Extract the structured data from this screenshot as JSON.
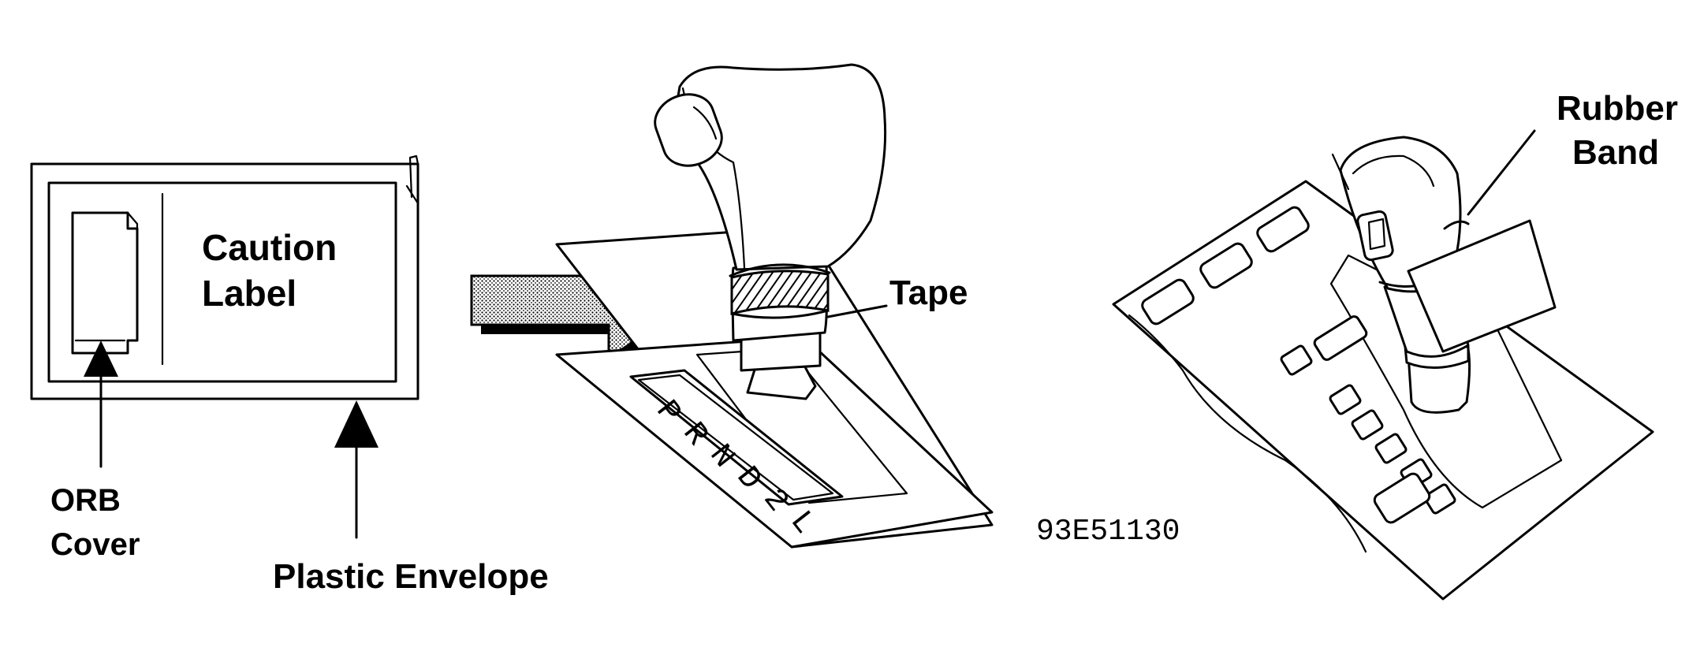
{
  "labels": {
    "caution_line1": "Caution",
    "caution_line2": "Label",
    "orb_line1": "ORB",
    "orb_line2": "Cover",
    "plastic_envelope": "Plastic Envelope",
    "tape": "Tape",
    "rubber_line1": "Rubber",
    "rubber_line2": "Band",
    "figure_code": "93E51130"
  },
  "shift_positions": [
    "P",
    "R",
    "N",
    "D",
    "2",
    "L"
  ]
}
